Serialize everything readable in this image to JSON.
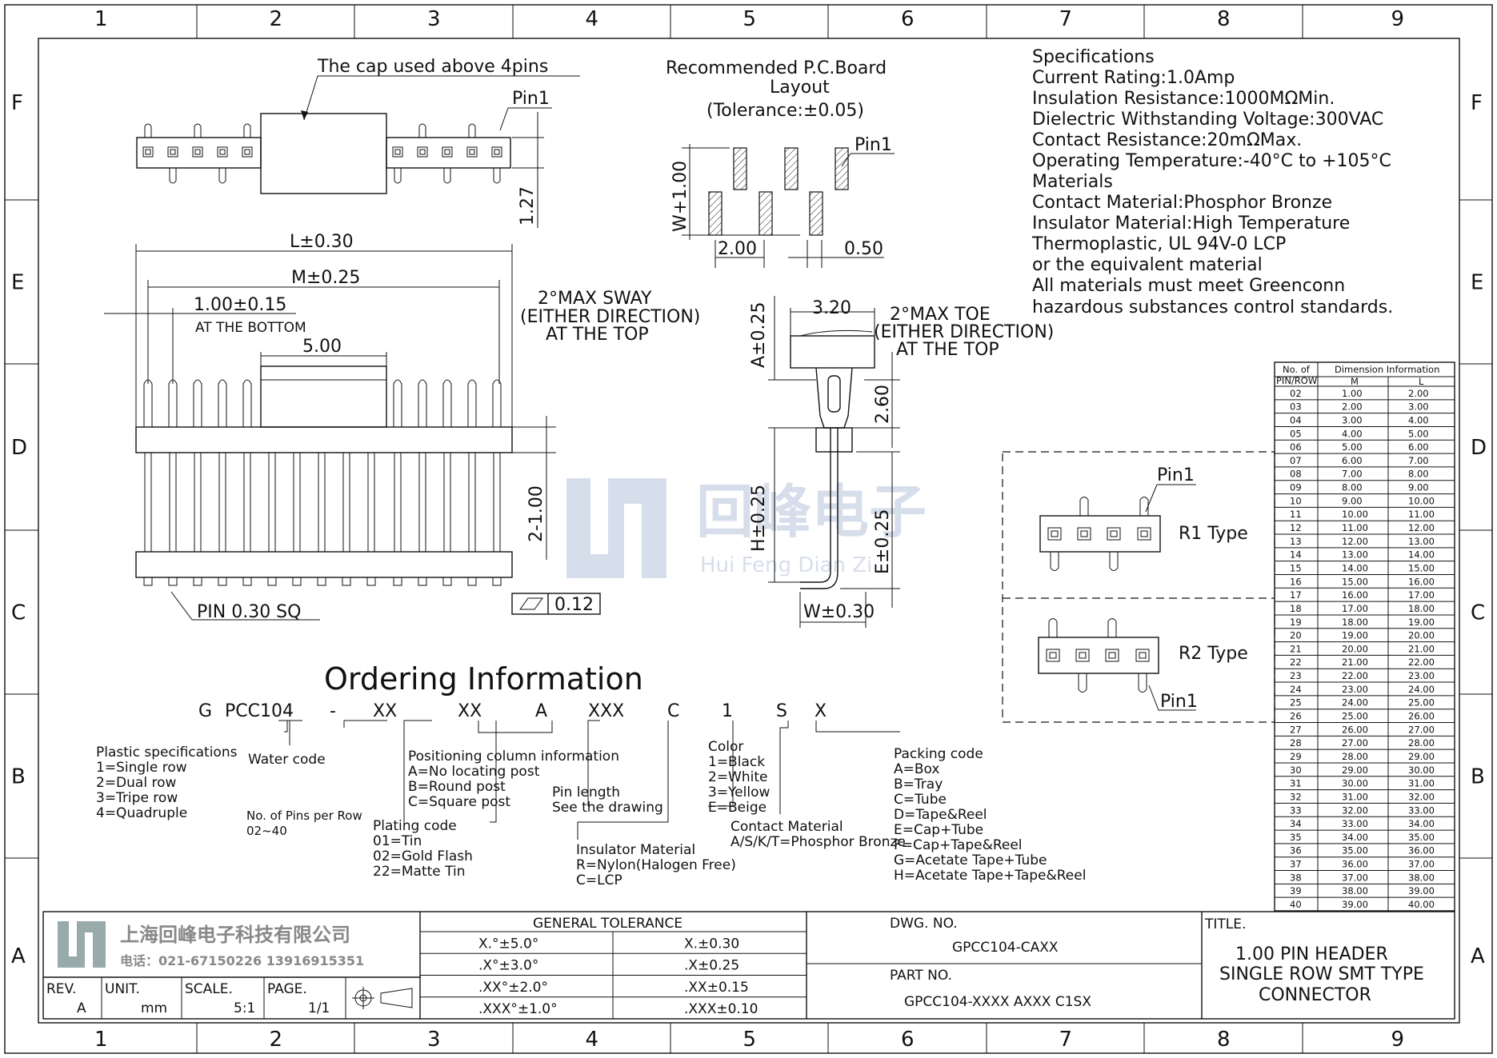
{
  "frame": {
    "columns": [
      "1",
      "2",
      "3",
      "4",
      "5",
      "6",
      "7",
      "8",
      "9"
    ],
    "rows": [
      "F",
      "E",
      "D",
      "C",
      "B",
      "A"
    ]
  },
  "top_view": {
    "cap_label": "The cap used above 4pins",
    "pin1_label": "Pin1",
    "height_dim": "1.27"
  },
  "front_view": {
    "l_dim": "L±0.30",
    "m_dim": "M±0.25",
    "pitch_dim": "1.00±0.15",
    "pitch_note": "AT THE BOTTOM",
    "cap_dim": "5.00",
    "sway_note": [
      "2°MAX SWAY",
      "(EITHER DIRECTION)",
      "AT THE TOP"
    ],
    "row_dim": "2-1.00",
    "pin_note": "PIN 0.30 SQ",
    "flatness": "0.12"
  },
  "pcb_layout": {
    "title": [
      "Recommended P.C.Board",
      "Layout",
      "(Tolerance:±0.05)"
    ],
    "pin1_label": "Pin1",
    "w_dim": "W+1.00",
    "pitch_dim": "2.00",
    "pad_dim": "0.50"
  },
  "side_view": {
    "width_dim": "3.20",
    "toe_note": [
      "2°MAX TOE",
      "(EITHER DIRECTION)",
      "AT THE TOP"
    ],
    "a_dim": "A±0.25",
    "h260_dim": "2.60",
    "h_dim": "H±0.25",
    "e_dim": "E±0.25",
    "w_dim": "W±0.30"
  },
  "specifications": {
    "lines": [
      "Specifications",
      "Current Rating:1.0Amp",
      "Insulation Resistance:1000MΩMin.",
      "Dielectric Withstanding Voltage:300VAC",
      "Contact Resistance:20mΩMax.",
      "Operating Temperature:-40°C to +105°C",
      "Materials",
      "Contact Material:Phosphor Bronze",
      "Insulator Material:High Temperature",
      "Thermoplastic, UL 94V-0 LCP",
      "or the equivalent material",
      "All materials must meet Greenconn",
      "hazardous substances control standards."
    ]
  },
  "types": {
    "r1_label": "R1 Type",
    "r2_label": "R2 Type",
    "pin1_label": "Pin1"
  },
  "dimension_table": {
    "header_col0": [
      "No. of",
      "PIN/ROW"
    ],
    "header_group": "Dimension Information",
    "header_m": "M",
    "header_l": "L",
    "rows": [
      [
        "02",
        "1.00",
        "2.00"
      ],
      [
        "03",
        "2.00",
        "3.00"
      ],
      [
        "04",
        "3.00",
        "4.00"
      ],
      [
        "05",
        "4.00",
        "5.00"
      ],
      [
        "06",
        "5.00",
        "6.00"
      ],
      [
        "07",
        "6.00",
        "7.00"
      ],
      [
        "08",
        "7.00",
        "8.00"
      ],
      [
        "09",
        "8.00",
        "9.00"
      ],
      [
        "10",
        "9.00",
        "10.00"
      ],
      [
        "11",
        "10.00",
        "11.00"
      ],
      [
        "12",
        "11.00",
        "12.00"
      ],
      [
        "13",
        "12.00",
        "13.00"
      ],
      [
        "14",
        "13.00",
        "14.00"
      ],
      [
        "15",
        "14.00",
        "15.00"
      ],
      [
        "16",
        "15.00",
        "16.00"
      ],
      [
        "17",
        "16.00",
        "17.00"
      ],
      [
        "18",
        "17.00",
        "18.00"
      ],
      [
        "19",
        "18.00",
        "19.00"
      ],
      [
        "20",
        "19.00",
        "20.00"
      ],
      [
        "21",
        "20.00",
        "21.00"
      ],
      [
        "22",
        "21.00",
        "22.00"
      ],
      [
        "23",
        "22.00",
        "23.00"
      ],
      [
        "24",
        "23.00",
        "24.00"
      ],
      [
        "25",
        "24.00",
        "25.00"
      ],
      [
        "26",
        "25.00",
        "26.00"
      ],
      [
        "27",
        "26.00",
        "27.00"
      ],
      [
        "28",
        "27.00",
        "28.00"
      ],
      [
        "29",
        "28.00",
        "29.00"
      ],
      [
        "30",
        "29.00",
        "30.00"
      ],
      [
        "31",
        "30.00",
        "31.00"
      ],
      [
        "32",
        "31.00",
        "32.00"
      ],
      [
        "33",
        "32.00",
        "33.00"
      ],
      [
        "34",
        "33.00",
        "34.00"
      ],
      [
        "35",
        "34.00",
        "35.00"
      ],
      [
        "36",
        "35.00",
        "36.00"
      ],
      [
        "37",
        "36.00",
        "37.00"
      ],
      [
        "38",
        "37.00",
        "38.00"
      ],
      [
        "39",
        "38.00",
        "39.00"
      ],
      [
        "40",
        "39.00",
        "40.00"
      ]
    ]
  },
  "watermark": {
    "cn": "回峰电子",
    "pinyin": "Hui Feng Dian Zi"
  },
  "ordering": {
    "title": "Ordering Information",
    "code": [
      "G",
      "PCC104",
      "-",
      "XX",
      "XX",
      "A",
      "XXX",
      "C",
      "1",
      "S",
      "X"
    ],
    "plastic": [
      "Plastic specifications",
      "1=Single row",
      "2=Dual row",
      "3=Tripe row",
      "4=Quadruple"
    ],
    "water": "Water code",
    "pins": [
      "No. of Pins per Row",
      "02~40"
    ],
    "positioning": [
      "Positioning column information",
      "A=No locating post",
      "B=Round post",
      "C=Square post"
    ],
    "plating": [
      "Plating code",
      "01=Tin",
      "02=Gold Flash",
      "22=Matte Tin"
    ],
    "pin_length": [
      "Pin length",
      "See the drawing"
    ],
    "insulator": [
      "Insulator Material",
      "R=Nylon(Halogen Free)",
      "C=LCP"
    ],
    "color": [
      "Color",
      "1=Black",
      "2=White",
      "3=Yellow",
      "E=Beige"
    ],
    "contact": [
      "Contact Material",
      "A/S/K/T=Phosphor Bronze"
    ],
    "packing": [
      "Packing code",
      "A=Box",
      "B=Tray",
      "C=Tube",
      "D=Tape&Reel",
      "E=Cap+Tube",
      "F=Cap+Tape&Reel",
      "G=Acetate Tape+Tube",
      "H=Acetate Tape+Tape&Reel"
    ]
  },
  "title_block": {
    "company": "上海回峰电子科技有限公司",
    "phone": "电话：021-67150226  13916915351",
    "rev_label": "REV.",
    "rev_value": "A",
    "unit_label": "UNIT.",
    "unit_value": "mm",
    "scale_label": "SCALE.",
    "scale_value": "5:1",
    "page_label": "PAGE.",
    "page_value": "1/1",
    "tolerance_title": "GENERAL TOLERANCE",
    "tolerance": [
      [
        "X.°±5.0°",
        "X.±0.30"
      ],
      [
        ".X°±3.0°",
        ".X±0.25"
      ],
      [
        ".XX°±2.0°",
        ".XX±0.15"
      ],
      [
        ".XXX°±1.0°",
        ".XXX±0.10"
      ]
    ],
    "dwg_label": "DWG. NO.",
    "dwg_value": "GPCC104-CAXX",
    "part_label": "PART NO.",
    "part_value": "GPCC104-XXXX AXXX C1SX",
    "title_label": "TITLE.",
    "title_lines": [
      "1.00 PIN HEADER",
      "SINGLE ROW SMT TYPE",
      "CONNECTOR"
    ]
  }
}
